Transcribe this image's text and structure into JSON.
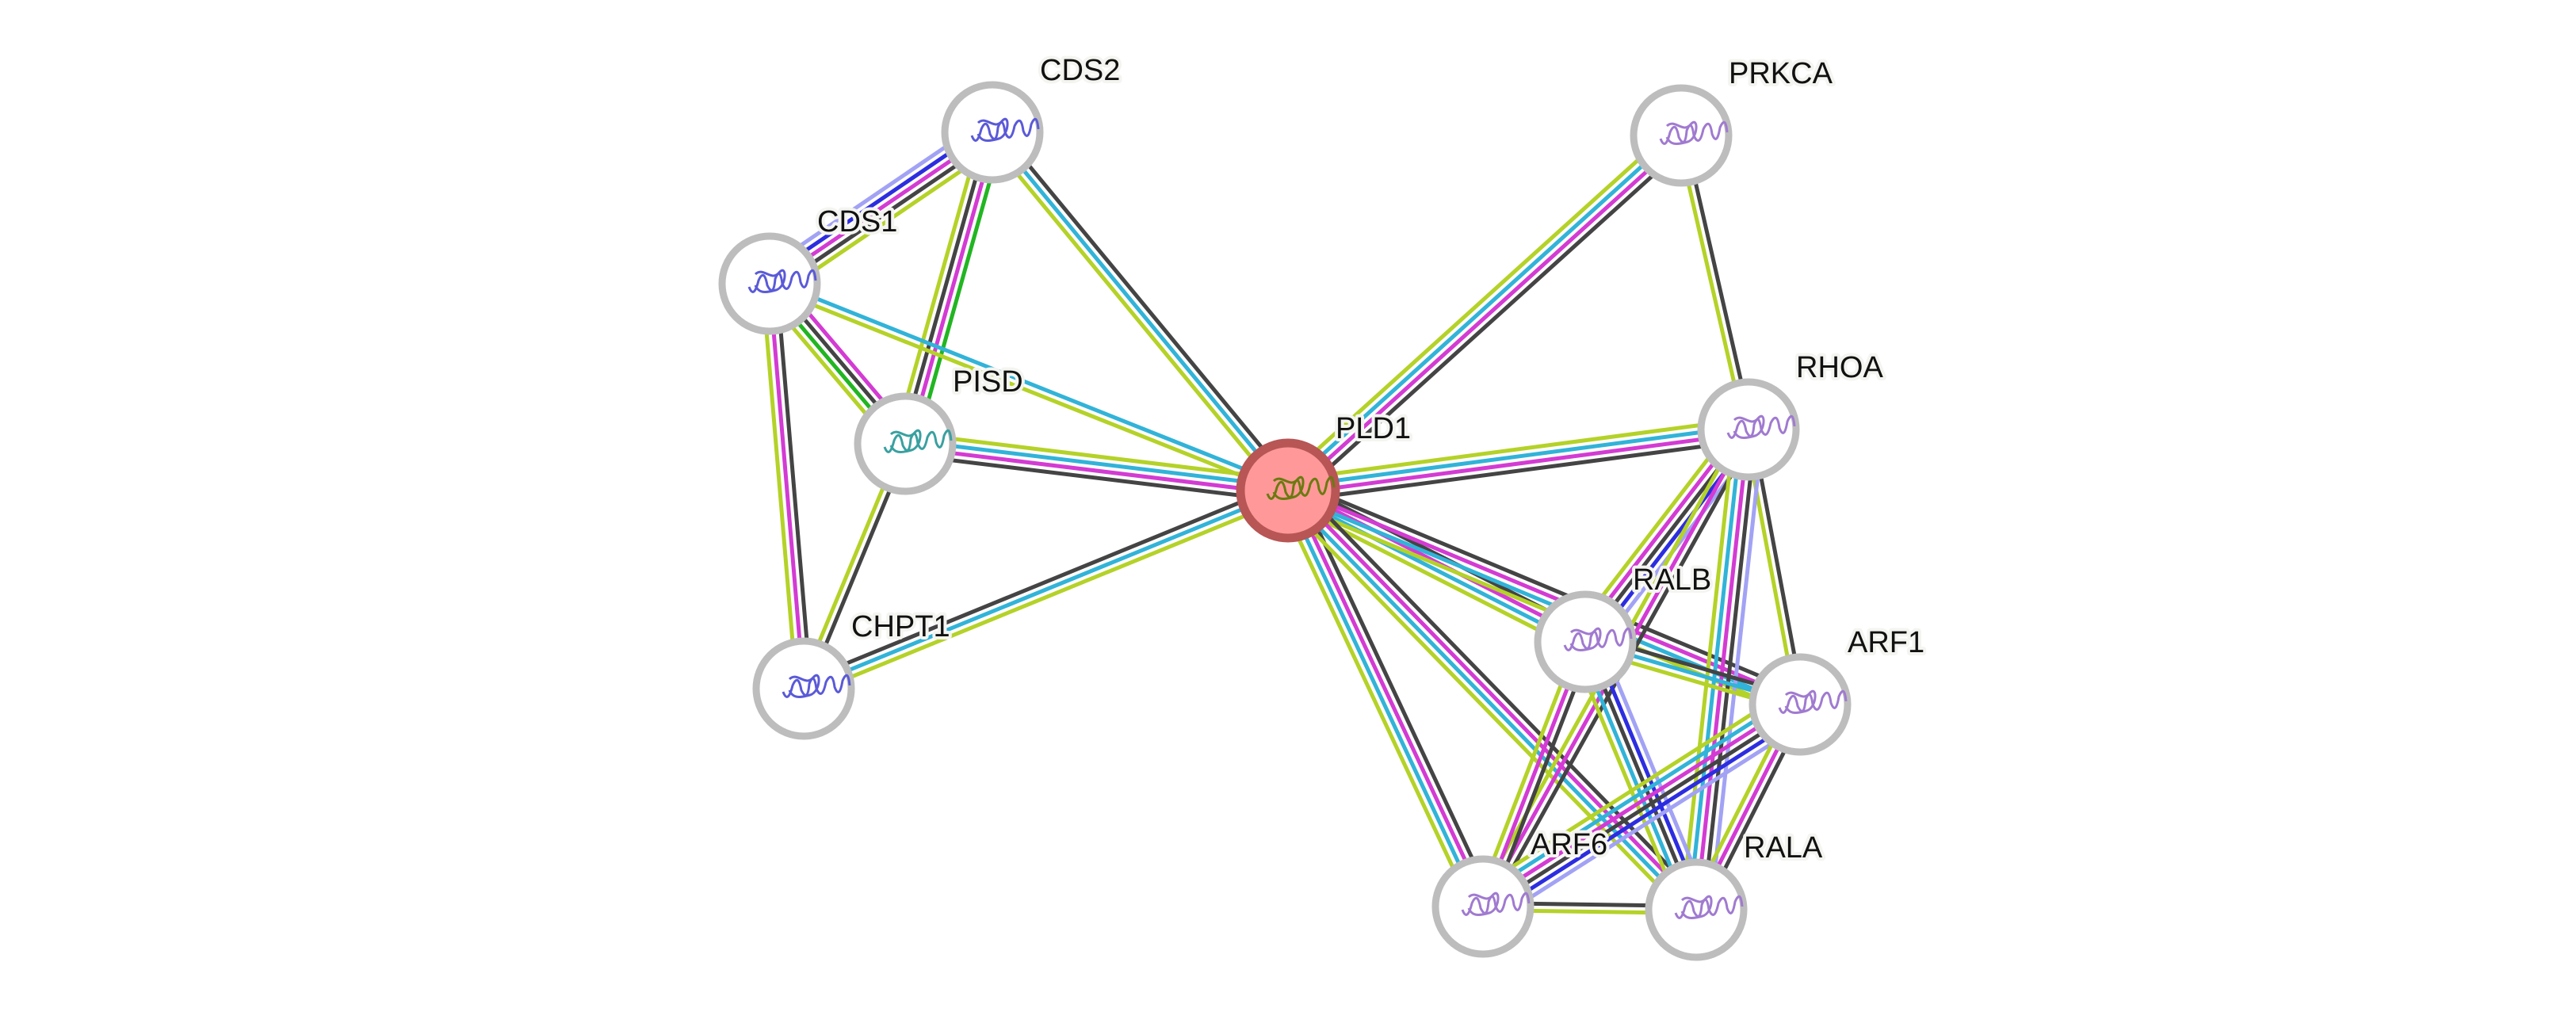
{
  "network": {
    "query_protein": "PLD1",
    "nodes": [
      "PLD1",
      "CDS2",
      "CDS1",
      "PISD",
      "CHPT1",
      "PRKCA",
      "RHOA",
      "RALB",
      "ARF1",
      "ARF6",
      "RALA"
    ],
    "colors": {
      "node_border": "#bdbdbd",
      "query_fill": "#ff9999",
      "query_border": "#b85555",
      "black": "#444444",
      "magenta": "#d33bd3",
      "cyan": "#32b3d8",
      "yellowgreen": "#b4d228",
      "green": "#22b522",
      "blue": "#2d2de0",
      "lightblue": "#a2a2f5"
    },
    "edges": [
      {
        "a": "CDS1",
        "b": "CDS2",
        "evidence": [
          "lightblue",
          "blue",
          "magenta",
          "black",
          "yellowgreen"
        ]
      },
      {
        "a": "CDS2",
        "b": "PISD",
        "evidence": [
          "green",
          "magenta",
          "black",
          "yellowgreen"
        ]
      },
      {
        "a": "CDS2",
        "b": "PLD1",
        "evidence": [
          "black",
          "cyan",
          "yellowgreen"
        ]
      },
      {
        "a": "CDS1",
        "b": "PISD",
        "evidence": [
          "magenta",
          "black",
          "green",
          "yellowgreen"
        ]
      },
      {
        "a": "CDS1",
        "b": "PLD1",
        "evidence": [
          "cyan",
          "yellowgreen"
        ]
      },
      {
        "a": "CDS1",
        "b": "CHPT1",
        "evidence": [
          "black",
          "magenta",
          "yellowgreen"
        ]
      },
      {
        "a": "PISD",
        "b": "PLD1",
        "evidence": [
          "yellowgreen",
          "cyan",
          "magenta",
          "black"
        ]
      },
      {
        "a": "PISD",
        "b": "CHPT1",
        "evidence": [
          "black",
          "yellowgreen"
        ]
      },
      {
        "a": "CHPT1",
        "b": "PLD1",
        "evidence": [
          "black",
          "cyan",
          "yellowgreen"
        ]
      },
      {
        "a": "PRKCA",
        "b": "PLD1",
        "evidence": [
          "black",
          "magenta",
          "cyan",
          "yellowgreen"
        ]
      },
      {
        "a": "PRKCA",
        "b": "RHOA",
        "evidence": [
          "black",
          "yellowgreen"
        ]
      },
      {
        "a": "RHOA",
        "b": "PLD1",
        "evidence": [
          "black",
          "magenta",
          "cyan",
          "yellowgreen"
        ]
      },
      {
        "a": "PLD1",
        "b": "RALB",
        "evidence": [
          "black",
          "magenta",
          "cyan",
          "yellowgreen"
        ]
      },
      {
        "a": "PLD1",
        "b": "ARF1",
        "evidence": [
          "black",
          "magenta",
          "cyan",
          "yellowgreen"
        ]
      },
      {
        "a": "PLD1",
        "b": "ARF6",
        "evidence": [
          "black",
          "magenta",
          "cyan",
          "yellowgreen"
        ]
      },
      {
        "a": "PLD1",
        "b": "RALA",
        "evidence": [
          "black",
          "magenta",
          "cyan",
          "yellowgreen"
        ]
      },
      {
        "a": "RHOA",
        "b": "RALB",
        "evidence": [
          "lightblue",
          "blue",
          "black",
          "magenta",
          "yellowgreen"
        ]
      },
      {
        "a": "RHOA",
        "b": "ARF1",
        "evidence": [
          "black",
          "yellowgreen"
        ]
      },
      {
        "a": "RHOA",
        "b": "ARF6",
        "evidence": [
          "black",
          "magenta",
          "yellowgreen"
        ]
      },
      {
        "a": "RHOA",
        "b": "RALA",
        "evidence": [
          "lightblue",
          "black",
          "magenta",
          "cyan",
          "yellowgreen"
        ]
      },
      {
        "a": "RALB",
        "b": "ARF1",
        "evidence": [
          "black",
          "cyan",
          "yellowgreen"
        ]
      },
      {
        "a": "RALB",
        "b": "ARF6",
        "evidence": [
          "black",
          "magenta",
          "yellowgreen"
        ]
      },
      {
        "a": "RALB",
        "b": "RALA",
        "evidence": [
          "lightblue",
          "blue",
          "black",
          "cyan",
          "yellowgreen"
        ]
      },
      {
        "a": "ARF1",
        "b": "ARF6",
        "evidence": [
          "lightblue",
          "blue",
          "black",
          "magenta",
          "cyan",
          "yellowgreen"
        ]
      },
      {
        "a": "ARF1",
        "b": "RALA",
        "evidence": [
          "black",
          "magenta",
          "yellowgreen"
        ]
      },
      {
        "a": "ARF6",
        "b": "RALA",
        "evidence": [
          "black",
          "yellowgreen"
        ]
      }
    ]
  }
}
